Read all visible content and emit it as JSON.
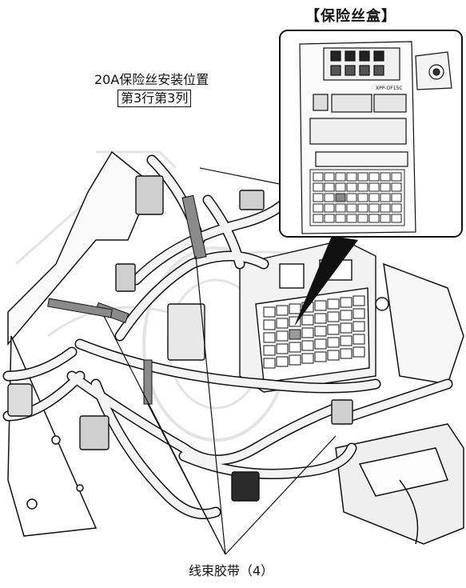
{
  "labels": {
    "title": "【保险丝盒】",
    "fuse_position": "20A保险丝安装位置",
    "fuse_row_col": "第3行第3列",
    "cable_ties": "线束胶带（4）",
    "box_code": "XPP-OF15C"
  },
  "colors": {
    "line": "#111111",
    "harness_fill": "#f4f4f4",
    "ghost": "#e2e2e2",
    "tie": "#8a8a8a",
    "highlight_line": "#000000"
  },
  "icons": {
    "fuse_box_inset": "fuse-box-drawing",
    "harness_scene": "wire-harness-drawing"
  }
}
